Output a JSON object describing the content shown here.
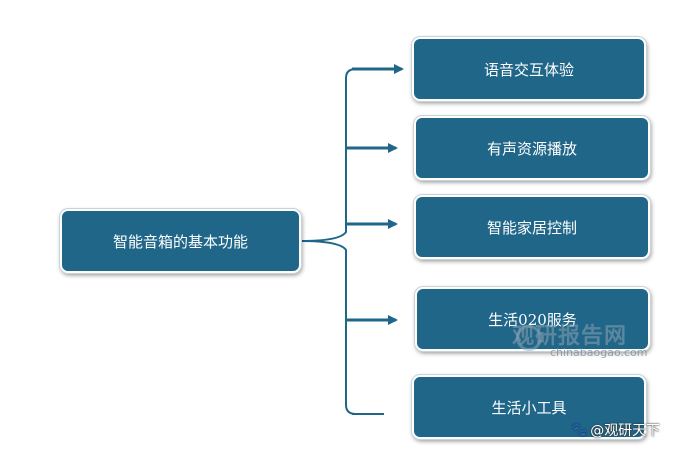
{
  "diagram": {
    "root": {
      "label": "智能音箱的基本功能"
    },
    "children": [
      {
        "label": "语音交互体验"
      },
      {
        "label": "有声资源播放"
      },
      {
        "label": "智能家居控制"
      },
      {
        "label": "生活020服务"
      },
      {
        "label": "生活小工具"
      }
    ],
    "colors": {
      "box_fill": "#1f6689",
      "connector": "#1f6689",
      "text": "#ffffff"
    }
  },
  "watermark": {
    "brand": "观研报告网",
    "url": "chinabaogao.com"
  },
  "credit": {
    "icon": "paw-icon",
    "text": "@观研天下"
  }
}
